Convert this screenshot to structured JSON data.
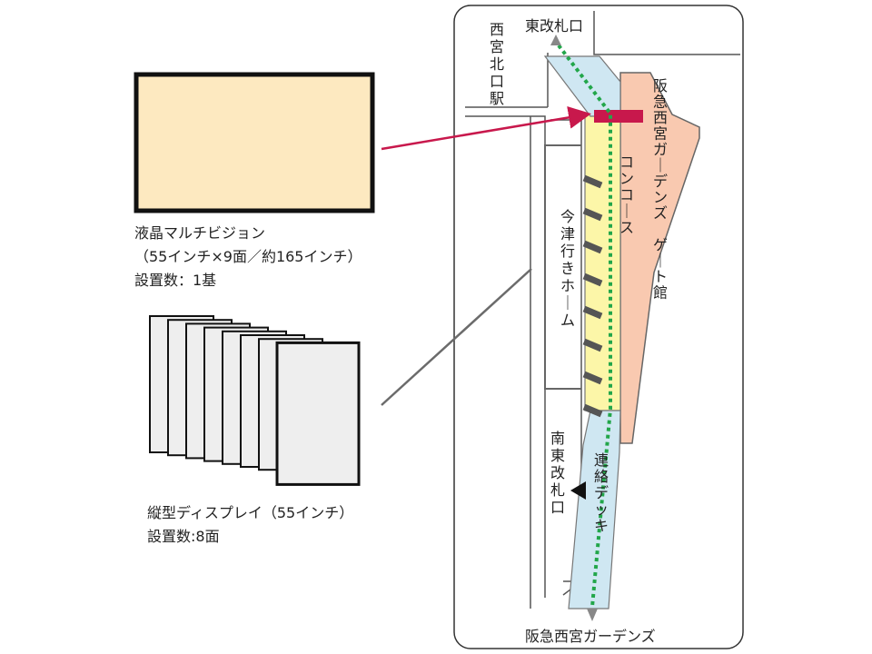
{
  "legend": {
    "led": {
      "line1": "液晶マルチビジョン",
      "line2": "（55インチ×9面／約165インチ）",
      "line3": "設置数：1基",
      "fill": "#fde9c0"
    },
    "vertical": {
      "line1": "縦型ディスプレイ（55インチ）",
      "line2": "設置数:8面",
      "panel_count": 8,
      "fill": "#eeeeee"
    }
  },
  "map": {
    "east_gate": "東改札口",
    "nishinomiya_kitaguchi": "西宮北口駅",
    "gardens_gate_building": "阪急西宮ガーデンズ ゲート館",
    "concourse": "コンコース",
    "imazu_platform": "今津行きホーム",
    "south_east_gate": "南東改札口",
    "connecting_deck": "連絡デッキ",
    "gardens": "阪急西宮ガーデンズ",
    "colors": {
      "building": "#f9c9b0",
      "concourse": "#fcf6a8",
      "deck": "#cfe7f2",
      "display_bar": "#c8184c",
      "route": "#22a64a",
      "arrow": "#c8184c"
    }
  }
}
